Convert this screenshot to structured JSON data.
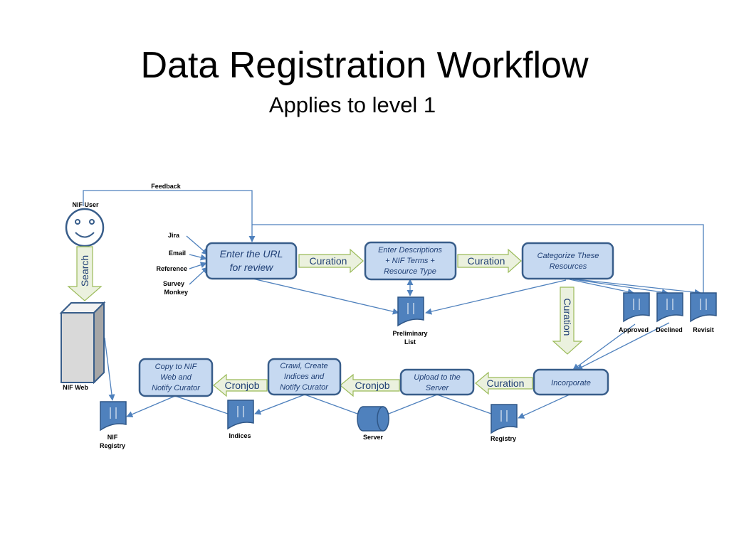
{
  "title": "Data Registration Workflow",
  "subtitle": "Applies to level 1",
  "labels": {
    "feedback": "Feedback",
    "nif_user": "NIF User",
    "search": "Search",
    "nif_web": "NIF Web",
    "jira": "Jira",
    "email": "Email",
    "reference": "Reference",
    "survey_1": "Survey",
    "survey_2": "Monkey",
    "preliminary_1": "Preliminary",
    "preliminary_2": "List",
    "approved": "Approved",
    "declined": "Declined",
    "revisit": "Revisit",
    "nif_registry_1": "NIF",
    "nif_registry_2": "Registry",
    "indices": "Indices",
    "server": "Server",
    "registry": "Registry"
  },
  "boxes": {
    "enter_url": [
      "Enter the URL",
      "for review"
    ],
    "enter_desc": [
      "Enter Descriptions",
      "+ NIF Terms +",
      "Resource Type"
    ],
    "categorize": [
      "Categorize These",
      "Resources"
    ],
    "incorporate": [
      "Incorporate"
    ],
    "upload": [
      "Upload to the",
      "Server"
    ],
    "crawl": [
      "Crawl, Create",
      "Indices and",
      "Notify Curator"
    ],
    "copy": [
      "Copy to NIF",
      "Web and",
      "Notify Curator"
    ]
  },
  "arrows": {
    "curation_1": "Curation",
    "curation_2": "Curation",
    "curation_3": "Curation",
    "curation_4": "Curation",
    "cronjob_1": "Cronjob",
    "cronjob_2": "Cronjob"
  },
  "colors": {
    "box_fill": "#c6d9f1",
    "box_stroke": "#385d8a",
    "doc_fill": "#4f81bd",
    "line": "#4f81bd",
    "arrow_fill": "#ebf1de",
    "arrow_stroke": "#9bbb59"
  }
}
